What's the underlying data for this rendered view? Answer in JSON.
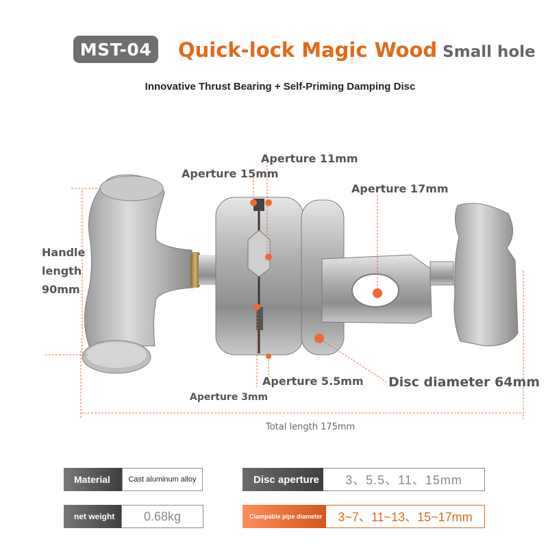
{
  "header": {
    "model_badge": "MST-04",
    "title_main": "Quick-lock Magic Wood",
    "title_suffix": "Small hole",
    "subtitle": "Innovative Thrust Bearing + Self-Priming Damping Disc"
  },
  "annotations": {
    "aperture_11": "Aperture 11mm",
    "aperture_15": "Aperture 15mm",
    "aperture_17": "Aperture 17mm",
    "handle_line1": "Handle",
    "handle_line2": "length",
    "handle_line3": "90mm",
    "aperture_5_5": "Aperture 5.5mm",
    "disc_diameter": "Disc diameter 64mm",
    "aperture_3": "Aperture 3mm",
    "total_length": "Total length 175mm"
  },
  "specs": {
    "material_label": "Material",
    "material_value": "Cast aluminum alloy",
    "disc_aperture_label": "Disc aperture",
    "disc_aperture_value": "3、5.5、11、15mm",
    "net_weight_label": "net weight",
    "net_weight_value": "0.68kg",
    "pipe_label": "Clampable pipe diameter",
    "pipe_value": "3~7、11~13、15~17mm"
  },
  "colors": {
    "accent_orange": "#e06a1a",
    "dot_orange": "#ee6a35",
    "badge_grey": "#6f6f6f",
    "label_dark": "#4a4a4a"
  }
}
